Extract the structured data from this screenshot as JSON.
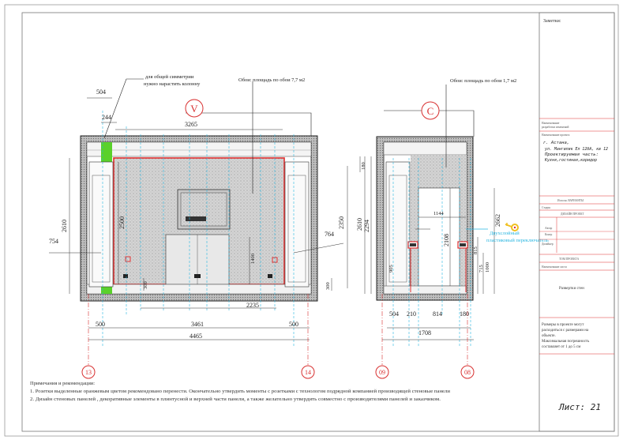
{
  "sheet": {
    "remarks_header": "Заметки:",
    "sheet_label": "Лист: 21"
  },
  "annotations": {
    "column_note_line1": "для общей симметрии",
    "column_note_line2": "нужно нарастить колонну",
    "wall_v_area": "Обои: площадь по обои 7,7 м2",
    "wall_c_area": "Обои: площадь по обои 1,7 м2",
    "wall_v_label": "V",
    "wall_c_label": "C",
    "ref_note_line1": "Двухслойный",
    "ref_note_line2": "пластиковый переключатель"
  },
  "axes": {
    "axis_13": "13",
    "axis_14": "14",
    "axis_09": "09",
    "axis_08": "08"
  },
  "dimensions_v": {
    "top_504": "504",
    "top_244": "244",
    "top_3265": "3265",
    "left_2610": "2610",
    "inner_2500": "2500",
    "left_754": "754",
    "right_2350": "2350",
    "right_764": "764",
    "right_300": "300",
    "mid_1400": "1400",
    "mid_300": "300",
    "bottom_2235": "2235",
    "bottom_500a": "500",
    "bottom_3461": "3461",
    "bottom_500b": "500",
    "total_4465": "4465"
  },
  "dimensions_c": {
    "top_180": "180",
    "left_2610": "2610",
    "left_2294": "2294",
    "right_2662": "2662",
    "mid_1144": "1144",
    "mid_2108": "2108",
    "right_715": "715",
    "right_1000": "1000",
    "right_815": "815",
    "left_905": "905",
    "bottom_504": "504",
    "bottom_210": "210",
    "bottom_814": "814",
    "bottom_180": "180",
    "total_1708": "1708"
  },
  "notes": {
    "heading": "Примечания и рекомендации:",
    "line1": "1. Розетки выделенные оранжевым цветом рекомендовано перенести. Окончательно утвердить моменты с розетками с технологом подрядной компанией производящей стеновые панели",
    "line2": "2. Дизайн стеновых панелей , декоративные элементы в плинтусной и верхней части панели, а также желательно утвердить совместно с производителями панелей и заказчиком."
  },
  "title_block": {
    "stamp_small_1": "Наименование",
    "stamp_small_2": "разработки изменений",
    "project_label": "Наименование проекта",
    "address_line1": "г. Астана,",
    "address_line2": "ул. Мангилик Ел 12бА, кв 12",
    "address_line3": "Проектируемая часть:",
    "address_line4": "Кухня,гостиная,коридор",
    "section_row1": "Исполн. ВАРИАНТЫ",
    "section_row2": "Стадия",
    "section_row3": "ДИЗАЙН ПРОЕКТ",
    "role1": "Автор",
    "role2": "Контр",
    "role3": "Дизайнер",
    "section_row4": "ТОМ ПРОЕКТА",
    "section_row5": "Наименование листа",
    "drawing_title": "Развертки стен",
    "disclaimer_line1": "Размеры в проекте могут",
    "disclaimer_line2": "расходиться с размерами на",
    "disclaimer_line3": "объекте.",
    "disclaimer_line4": "Максимальная погрешность",
    "disclaimer_line5": "составляет от 1 до 5 см"
  },
  "colors": {
    "wall_fill": "#d9d9d9",
    "outline_red": "#e03030",
    "column_green": "#5ad12a",
    "cyan_guides": "#29b6e0",
    "axis_red": "#d83030",
    "key_yellow": "#f0c020"
  }
}
